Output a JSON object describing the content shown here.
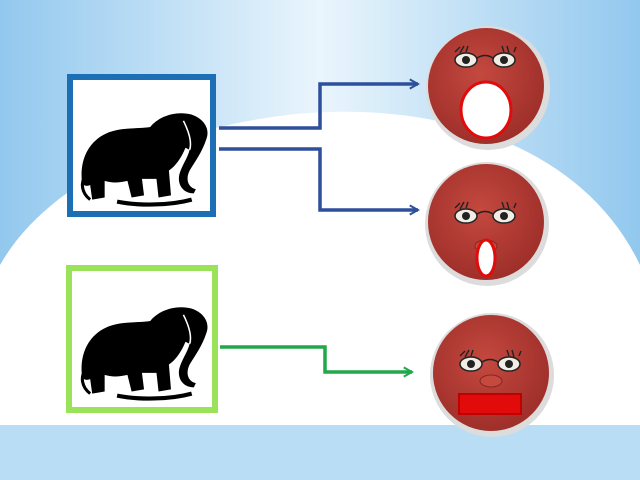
{
  "slide": {
    "colors": {
      "sky_light": "#eaf5fc",
      "sky_mid": "#b9ddf4",
      "sky_dark": "#92c8ee",
      "white": "#ffffff",
      "frame_top": "#1c6fb4",
      "frame_bottom": "#9be25b",
      "connector_blue": "#2d4f9c",
      "connector_green": "#21a84a",
      "face": "#b23a34",
      "mouth_outline": "#e10b0b",
      "mouth_closed": "#e10b0b"
    },
    "pictures": [
      {
        "id": "elephant-top",
        "frame": "blue",
        "icon": "elephant-silhouette-icon"
      },
      {
        "id": "elephant-bottom",
        "frame": "green",
        "icon": "elephant-silhouette-icon"
      }
    ],
    "faces": [
      {
        "id": "face-wide-open-mouth",
        "mouth": "wide-open"
      },
      {
        "id": "face-narrow-open-mouth",
        "mouth": "narrow-open"
      },
      {
        "id": "face-closed-mouth",
        "mouth": "closed"
      }
    ],
    "connectors": [
      {
        "from": "elephant-top",
        "to": "face-wide-open-mouth",
        "color": "blue"
      },
      {
        "from": "elephant-top",
        "to": "face-narrow-open-mouth",
        "color": "blue"
      },
      {
        "from": "elephant-bottom",
        "to": "face-closed-mouth",
        "color": "green"
      }
    ]
  }
}
